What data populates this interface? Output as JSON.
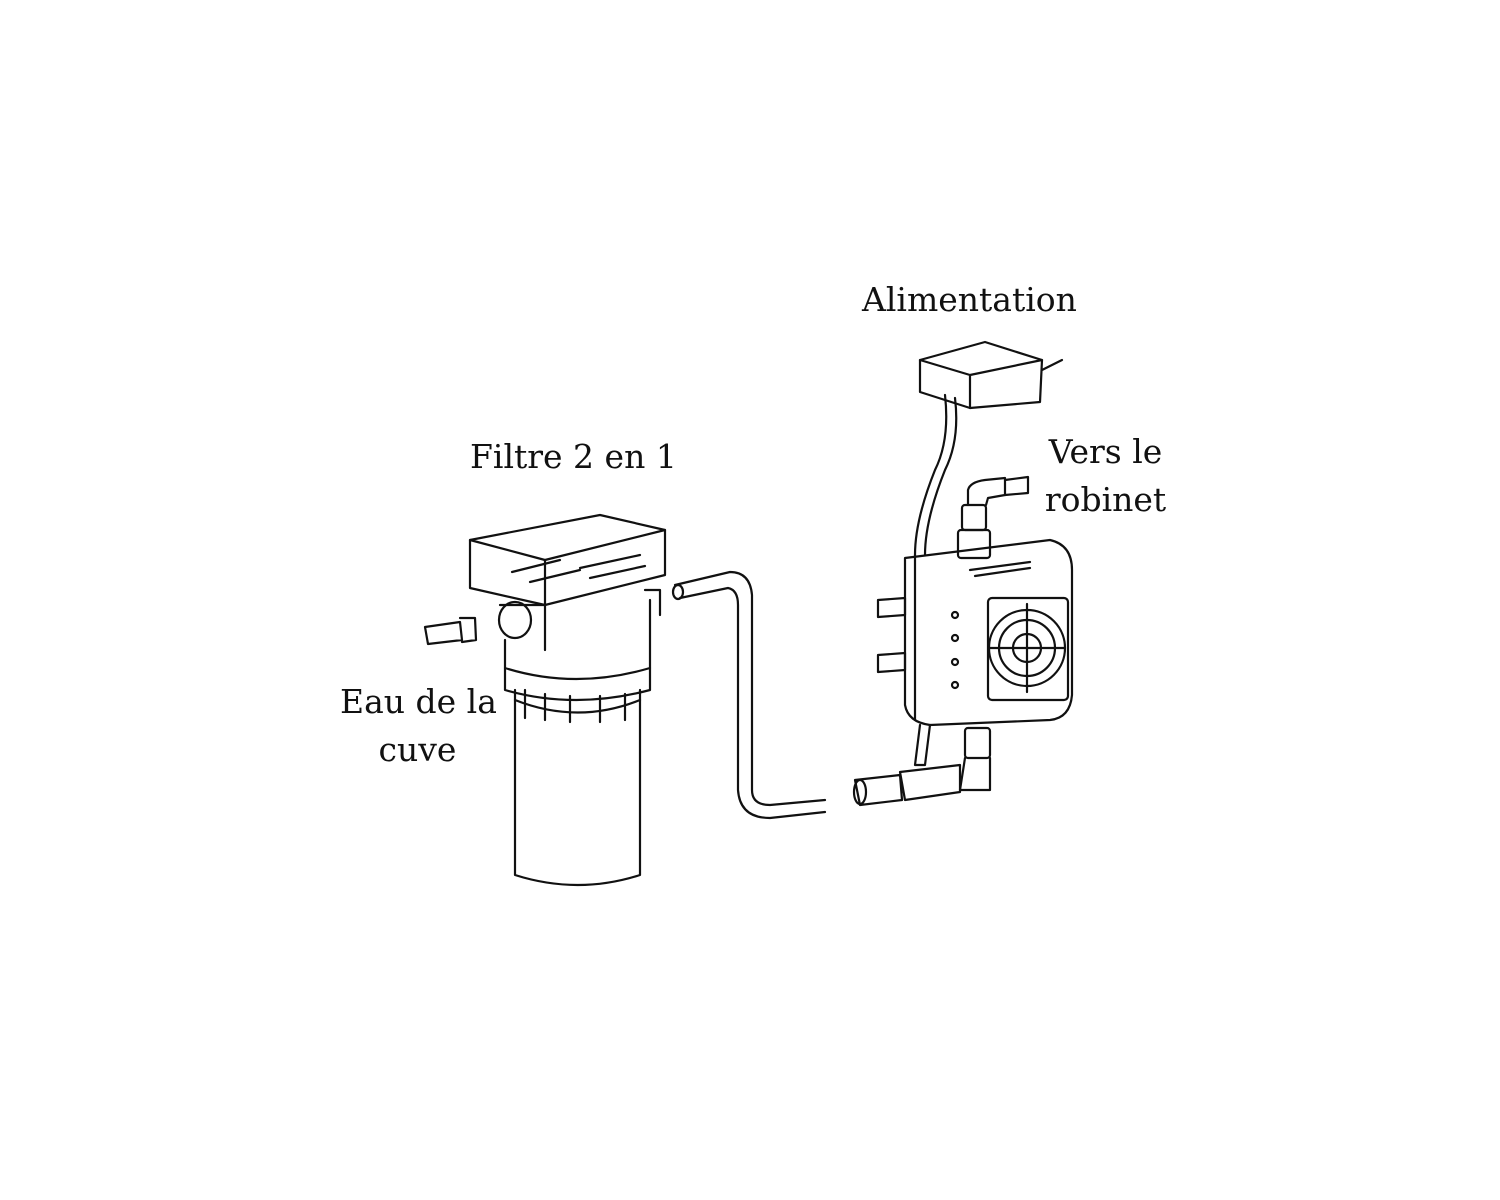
{
  "labels": {
    "power_supply": "Alimentation",
    "filter": "Filtre 2 en 1",
    "to_faucet_line1": "Vers le",
    "to_faucet_line2": "robinet",
    "tank_water_line1": "Eau de la",
    "tank_water_line2": "cuve"
  }
}
